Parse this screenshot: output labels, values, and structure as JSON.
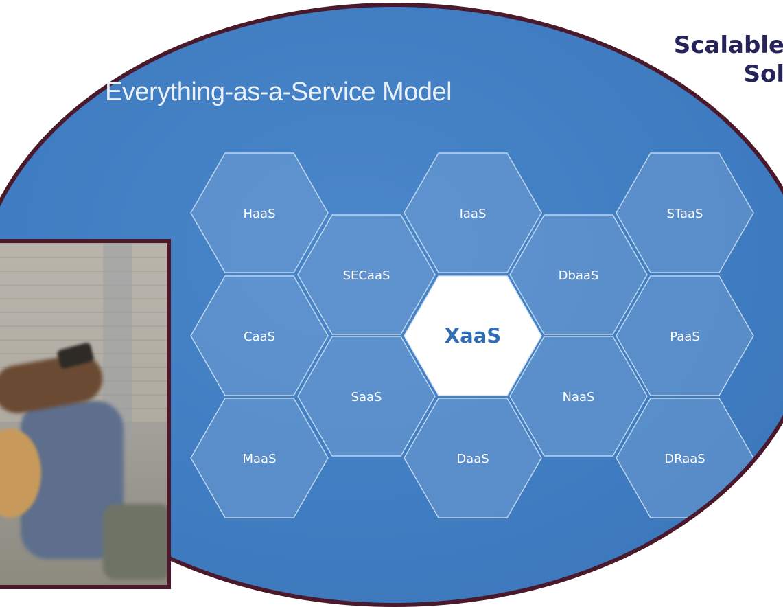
{
  "diagram": {
    "title": "Everything-as-a-Service Model",
    "tagline_line1": "Scalable",
    "tagline_line2": "Sol",
    "center": "XaaS",
    "hexagons": [
      "HaaS",
      "IaaS",
      "STaaS",
      "SECaaS",
      "DbaaS",
      "CaaS",
      "PaaS",
      "SaaS",
      "NaaS",
      "MaaS",
      "DaaS",
      "DRaaS"
    ]
  },
  "colors": {
    "background": "#3f7bc0",
    "border": "#4a1a2c",
    "tagline": "#24235a",
    "center_fill": "#ffffff",
    "center_text": "#2f6db5"
  }
}
